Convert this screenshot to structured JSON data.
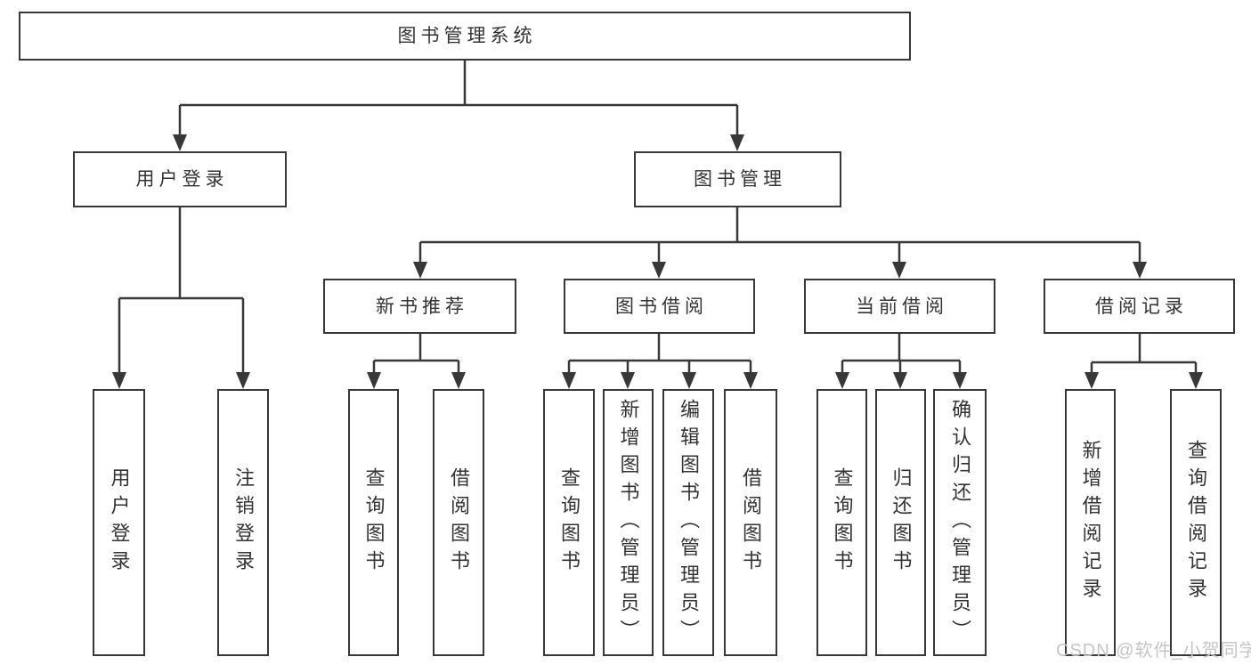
{
  "page": {
    "background": "#ffffff"
  },
  "colors": {
    "line": "#383838",
    "box_border": "#383838",
    "text": "#333333",
    "watermark": "#c5c5c5"
  },
  "watermark": {
    "text": "CSDN @软件_小贺同学"
  },
  "nodes": {
    "root": "图书管理系统",
    "l2": [
      "用户登录",
      "图书管理"
    ],
    "l3": [
      "新书推荐",
      "图书借阅",
      "当前借阅",
      "借阅记录"
    ],
    "leaves": {
      "user_login": [
        "用户登录",
        "注销登录"
      ],
      "new_books": [
        "查询图书",
        "借阅图书"
      ],
      "book_borrow": [
        "查询图书",
        "新增图书（管理员）",
        "编辑图书（管理员）",
        "借阅图书"
      ],
      "current_borrow": [
        "查询图书",
        "归还图书",
        "确认归还（管理员）"
      ],
      "borrow_records": [
        "新增借阅记录",
        "查询借阅记录"
      ]
    }
  }
}
